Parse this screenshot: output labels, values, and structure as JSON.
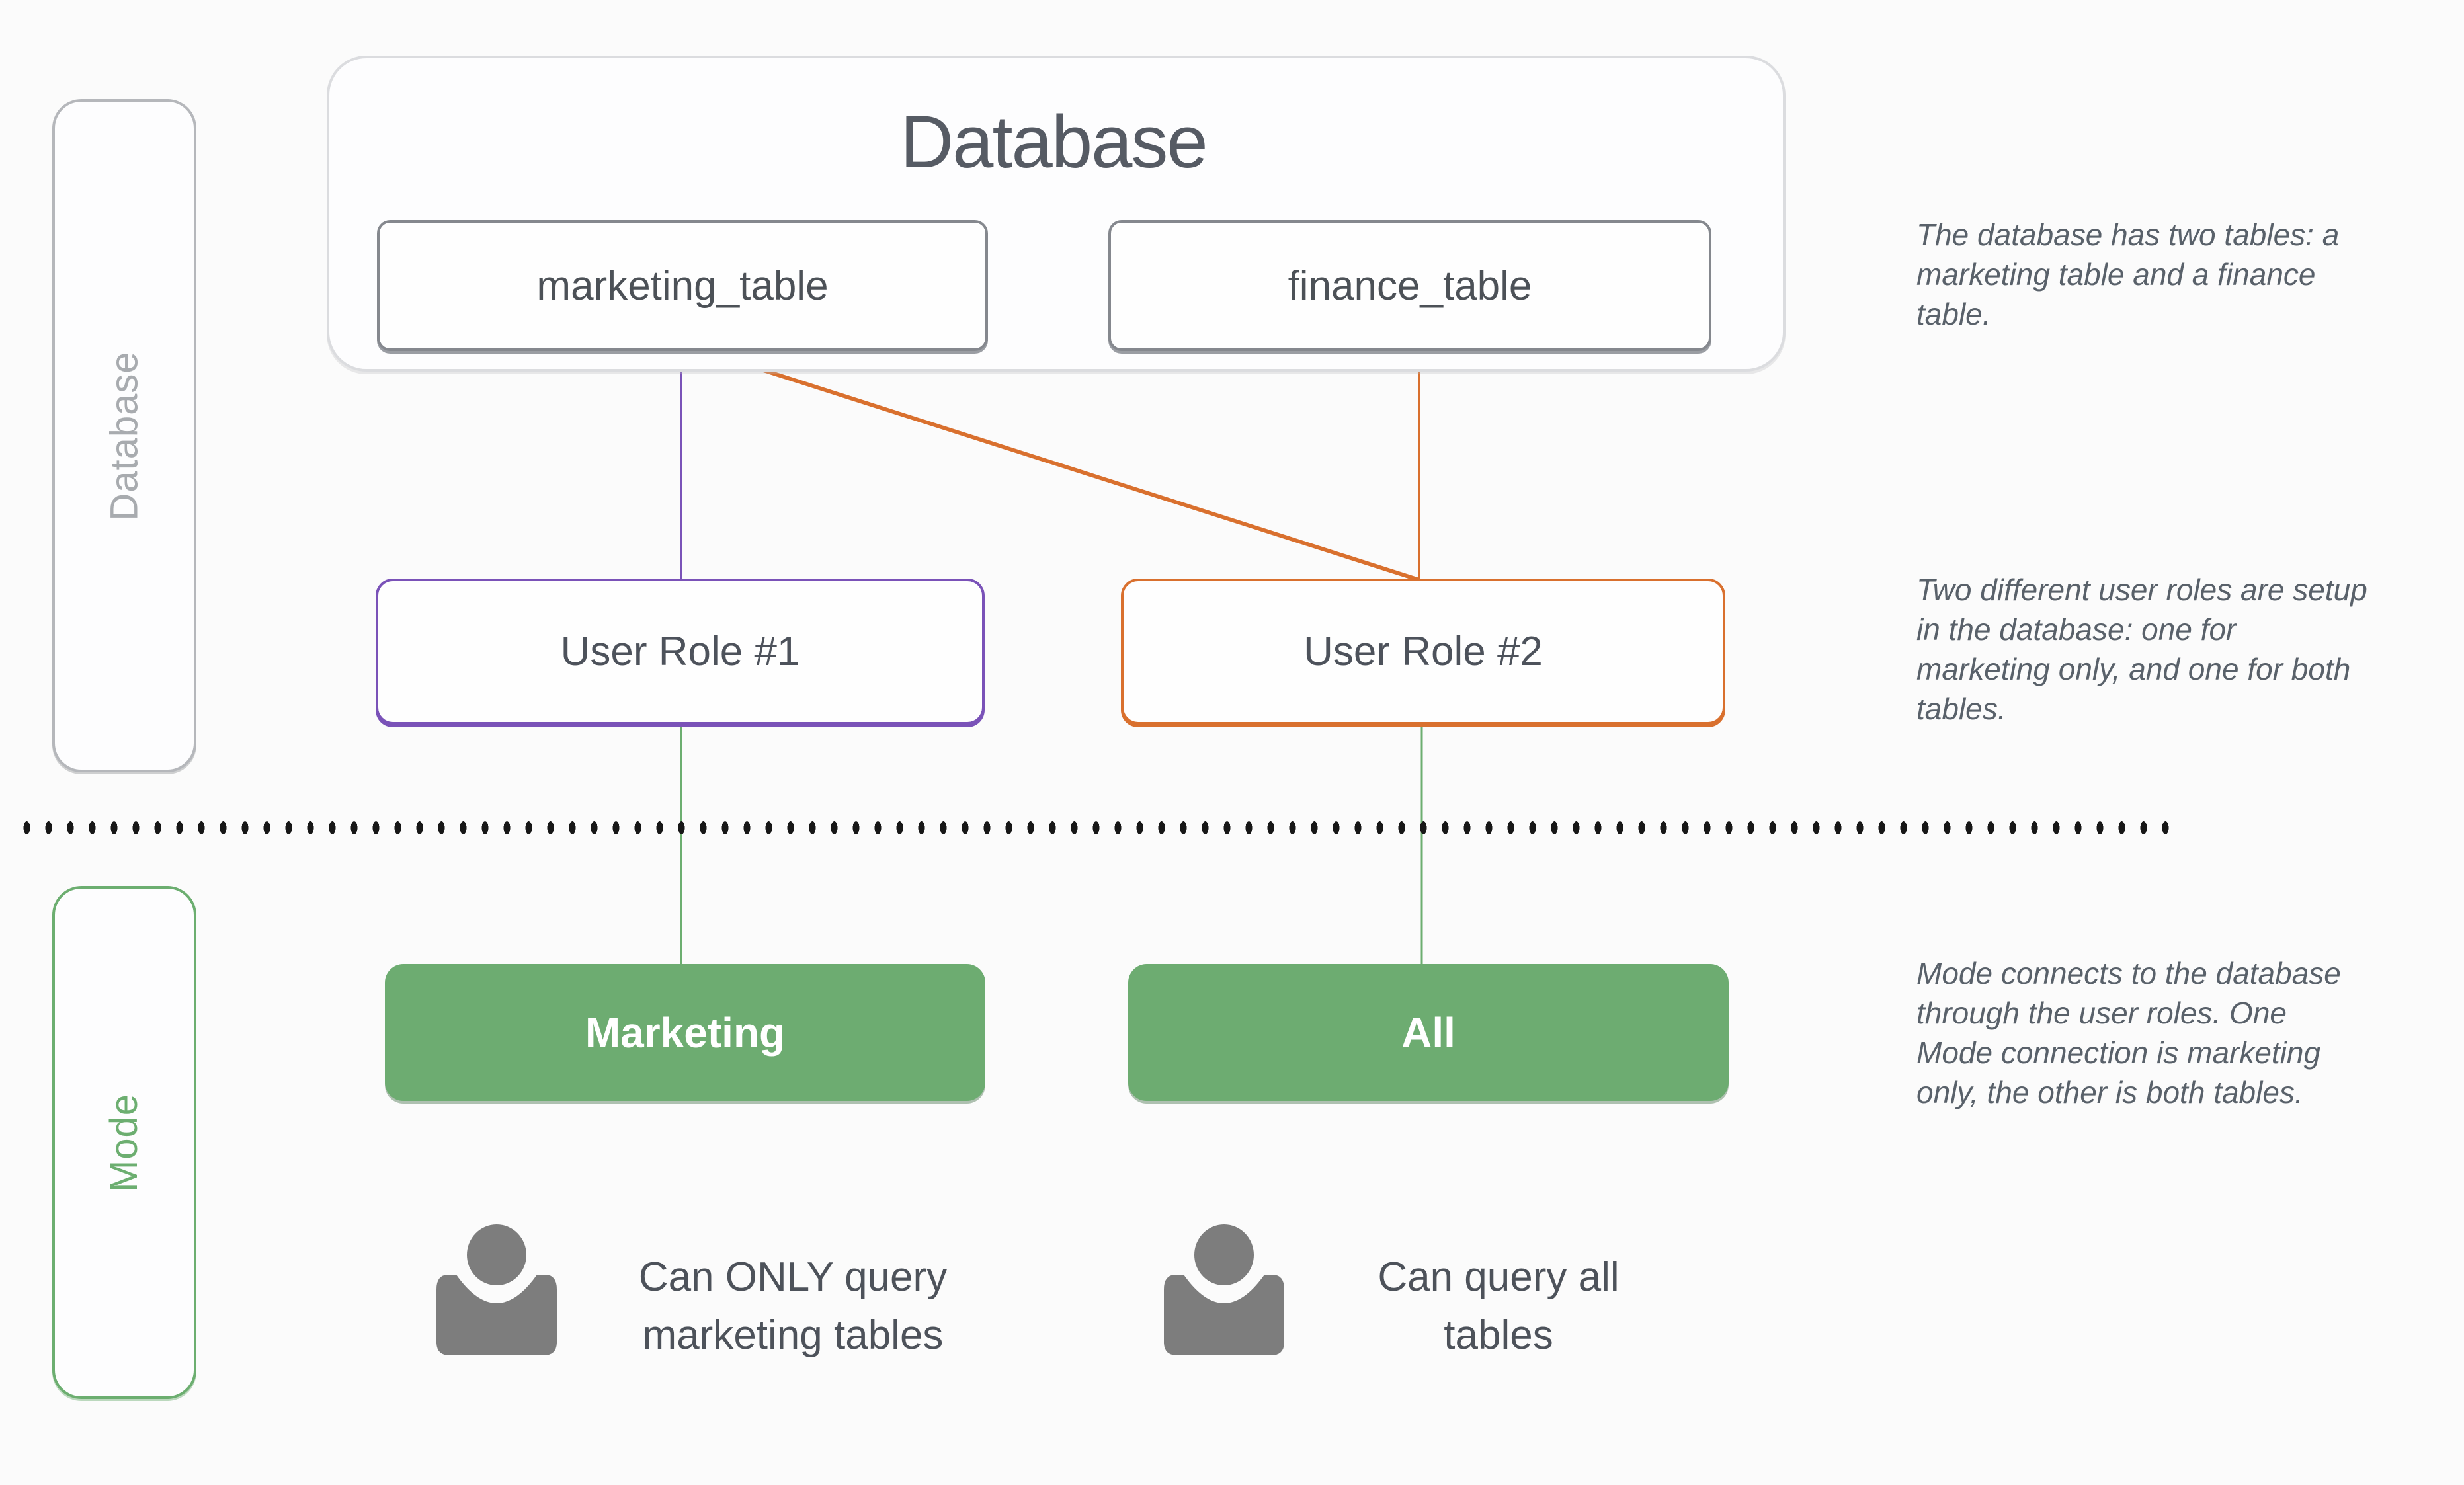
{
  "sidebar": {
    "database_label": "Database",
    "mode_label": "Mode"
  },
  "database_section": {
    "title": "Database",
    "tables": [
      {
        "label": "marketing_table"
      },
      {
        "label": "finance_table"
      }
    ]
  },
  "roles": [
    {
      "label": "User Role #1",
      "color": "#7a52b8"
    },
    {
      "label": "User Role #2",
      "color": "#d9702e"
    }
  ],
  "mode_section": {
    "connections": [
      {
        "label": "Marketing"
      },
      {
        "label": "All"
      }
    ],
    "users": [
      {
        "caption": [
          "Can ONLY query",
          "marketing tables"
        ]
      },
      {
        "caption": [
          "Can query all",
          "tables"
        ]
      }
    ]
  },
  "annotations": [
    {
      "lines": [
        "The database has two tables: a",
        "marketing table and a finance",
        "table."
      ]
    },
    {
      "lines": [
        "Two different user roles are setup",
        "in the database: one for",
        "marketing only, and one for both",
        "tables."
      ]
    },
    {
      "lines": [
        "Mode connects to the database",
        "through the user roles. One",
        "Mode connection is marketing",
        "only, the other is both tables."
      ]
    }
  ],
  "colors": {
    "background": "#fbfbfb",
    "purple": "#7a52b8",
    "orange": "#d9702e",
    "green": "#6cae70",
    "button_green": "#6dac71",
    "gray_border": "#85888e",
    "container_border": "#dbdcdf",
    "sidebar_gray": "#a8abaf",
    "text_dark": "#4d525b",
    "annotation_text": "#59616a",
    "dot_black": "#171717",
    "person_gray": "#7d7d7d"
  }
}
